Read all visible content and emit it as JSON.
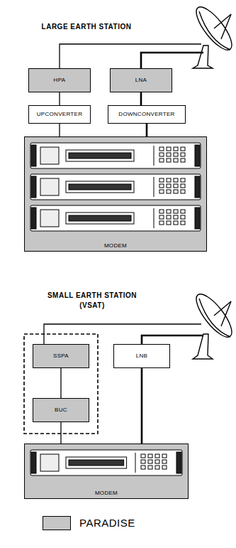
{
  "diagram": {
    "nodes": [
      {
        "text": [
          "HPA"
        ]
      },
      {
        "text": [
          "LNA"
        ]
      },
      {
        "text": [
          "UPCONVERTER"
        ]
      },
      {
        "text": [
          "DOWNCONVERTER"
        ]
      },
      {
        "text": [
          "MODEM"
        ]
      },
      {
        "text": [
          "SSPA"
        ]
      },
      {
        "text": [
          "BUC"
        ]
      },
      {
        "text": [
          "LNB"
        ]
      },
      {
        "text": [
          "MODEM"
        ]
      }
    ],
    "edges": [
      {
        "from": 0,
        "to": 2,
        "arrow": "none"
      },
      {
        "from": 1,
        "to": 3,
        "arrow": "none"
      },
      {
        "from": 2,
        "to": 4,
        "arrow": "none"
      },
      {
        "from": 3,
        "to": 4,
        "arrow": "none"
      },
      {
        "from": 5,
        "to": 6,
        "arrow": "none"
      },
      {
        "from": 6,
        "to": 8,
        "arrow": "none"
      },
      {
        "from": 7,
        "to": 8,
        "arrow": "none"
      }
    ],
    "labels": [
      "LARGE EARTH STATION",
      "SMALL EARTH STATION",
      "(VSAT)"
    ],
    "legend": [
      {
        "text": "PARADISE",
        "color": "#c6c6c6"
      }
    ]
  }
}
